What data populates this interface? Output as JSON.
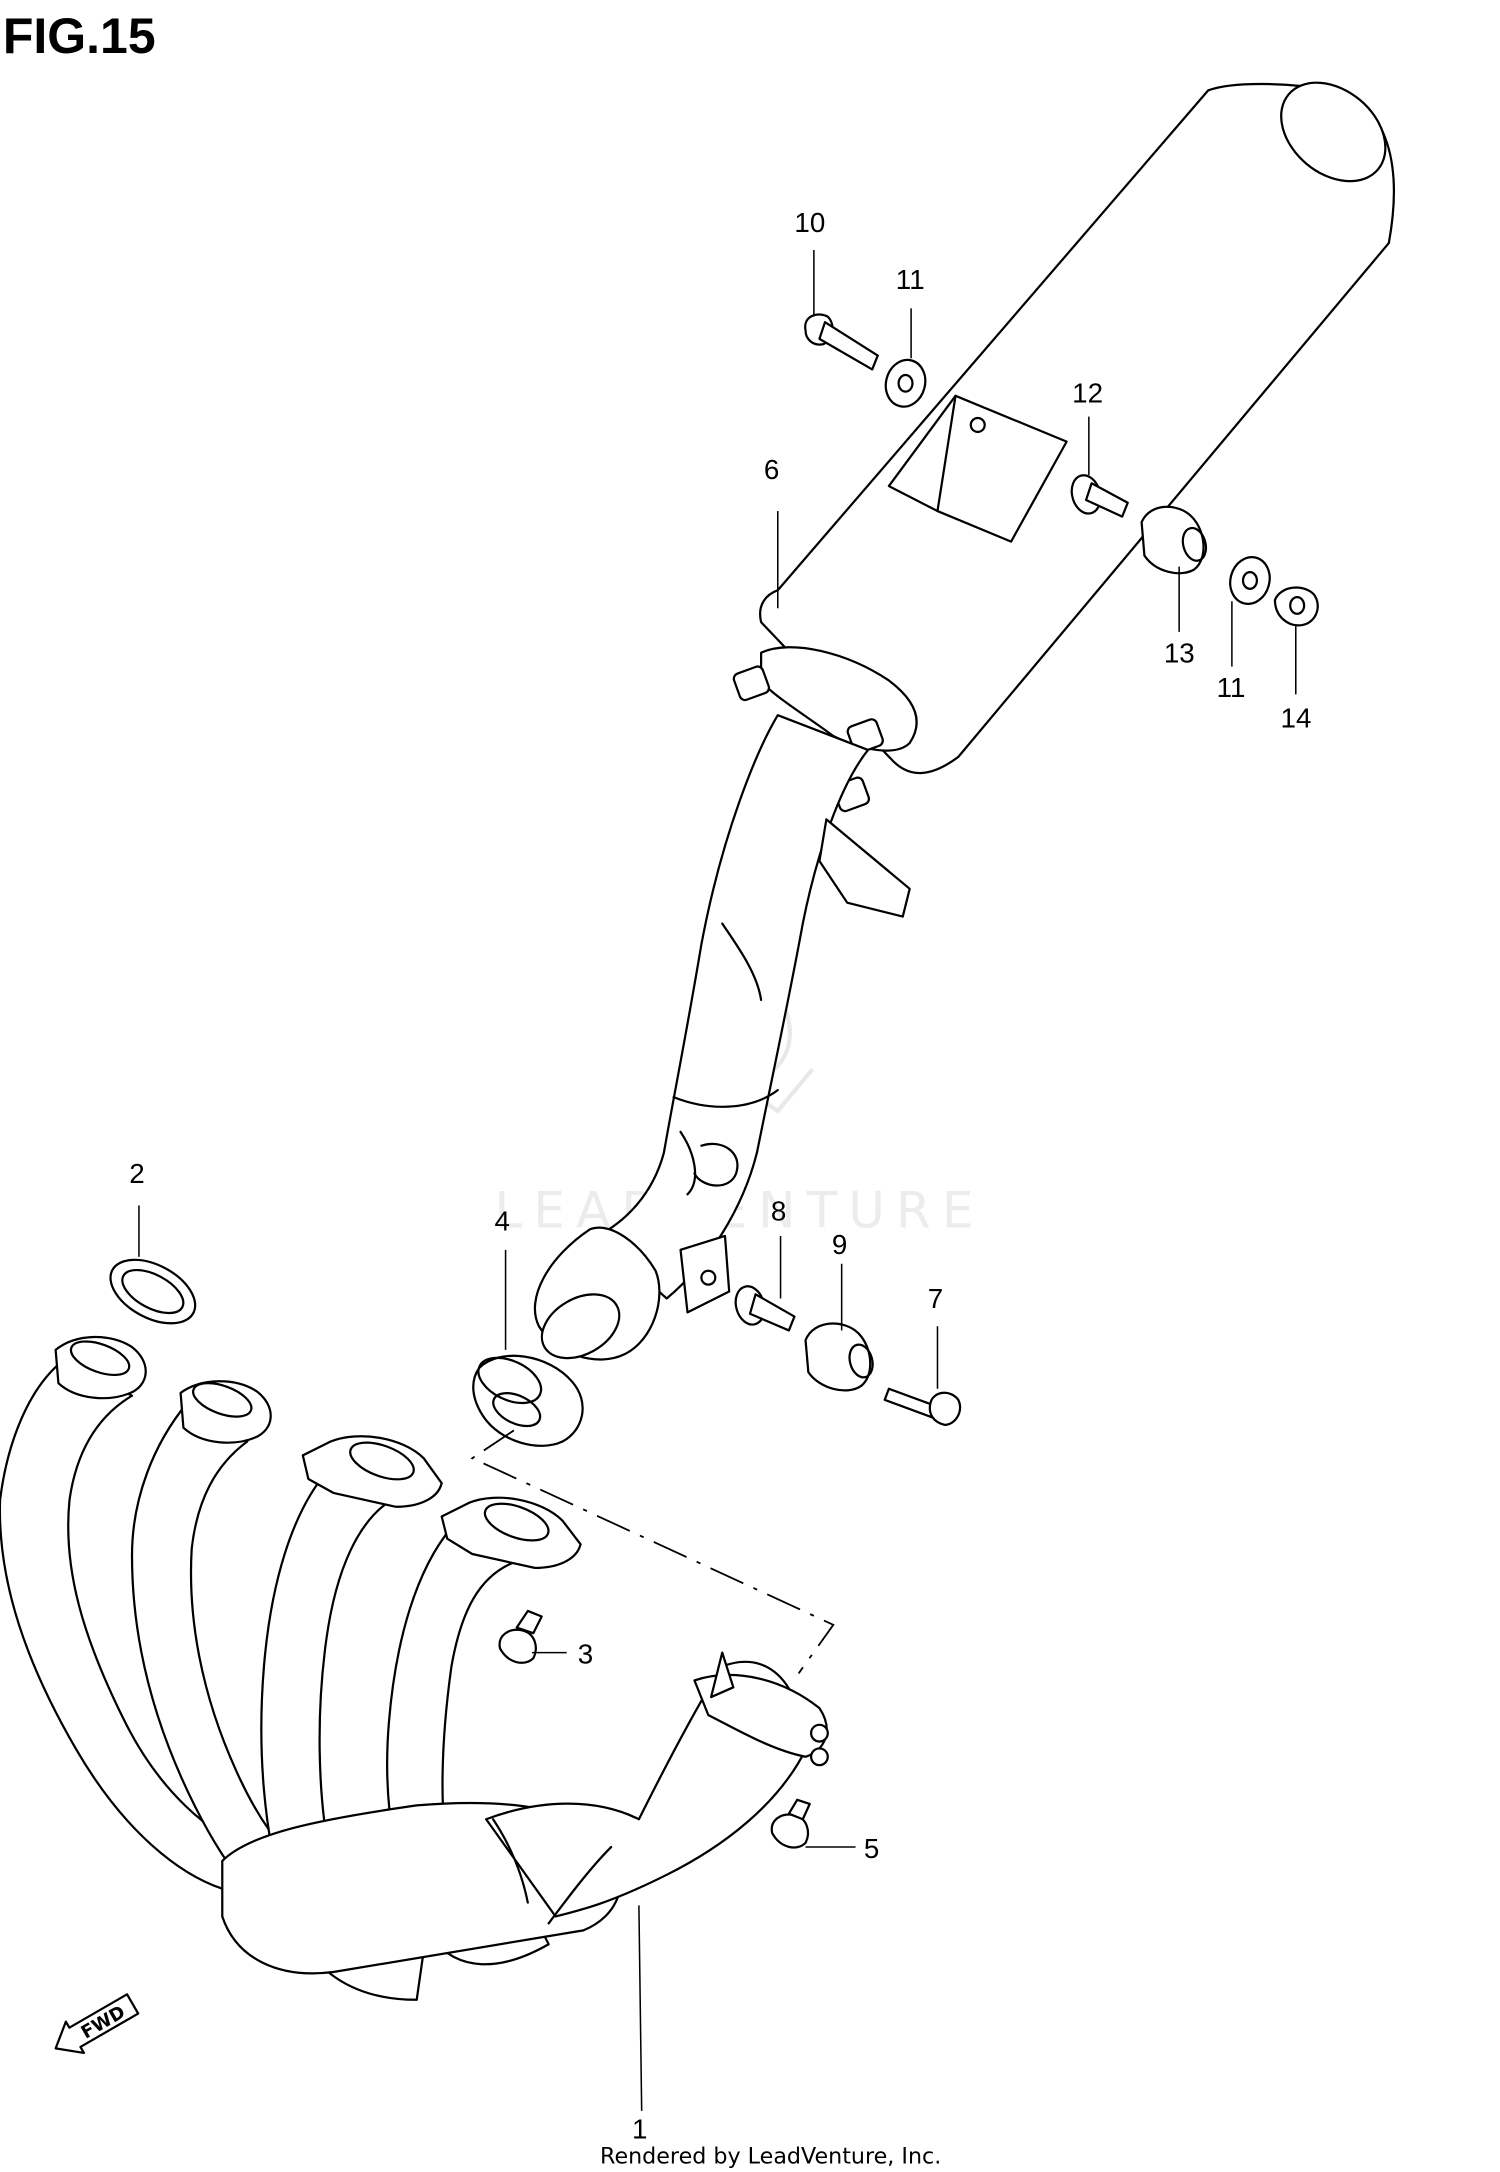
{
  "figure": {
    "title": "FIG.15"
  },
  "watermark": {
    "text": "LEADVENTURE"
  },
  "footer": {
    "text": "Rendered by LeadVenture, Inc."
  },
  "direction_marker": {
    "label": "FWD",
    "icon": "fwd-arrow-icon"
  },
  "callouts": [
    {
      "id": "1",
      "label": "1"
    },
    {
      "id": "2",
      "label": "2"
    },
    {
      "id": "3",
      "label": "3"
    },
    {
      "id": "4",
      "label": "4"
    },
    {
      "id": "5",
      "label": "5"
    },
    {
      "id": "6",
      "label": "6"
    },
    {
      "id": "7",
      "label": "7"
    },
    {
      "id": "8",
      "label": "8"
    },
    {
      "id": "9",
      "label": "9"
    },
    {
      "id": "10",
      "label": "10"
    },
    {
      "id": "11a",
      "label": "11"
    },
    {
      "id": "11b",
      "label": "11"
    },
    {
      "id": "12",
      "label": "12"
    },
    {
      "id": "13",
      "label": "13"
    },
    {
      "id": "14",
      "label": "14"
    }
  ]
}
